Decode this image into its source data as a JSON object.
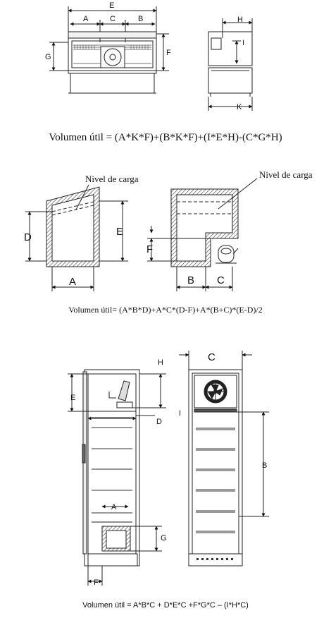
{
  "colors": {
    "line": "#222222",
    "wall": "#777777",
    "background": "#ffffff"
  },
  "diagram1": {
    "labels": {
      "E": "E",
      "A": "A",
      "C": "C",
      "B": "B",
      "G": "G",
      "F": "F",
      "H": "H",
      "I": "I",
      "K": "K"
    },
    "formula": "Volumen útil = (A*K*F)+(B*K*F)+(I*E*H)-(C*G*H)"
  },
  "diagram2": {
    "labels": {
      "nivel_left": "Nivel de carga",
      "nivel_right": "Nivel de carga",
      "D": "D",
      "E": "E",
      "A": "A",
      "F": "F",
      "B": "B",
      "C": "C"
    },
    "formula": "Volumen útil= (A*B*D)+A*C*(D-F)+A*(B+C)*(E-D)/2"
  },
  "diagram3": {
    "labels": {
      "H": "H",
      "C": "C",
      "E": "E",
      "I": "I",
      "D": "D",
      "B": "B",
      "A": "A",
      "G": "G",
      "F": "F"
    },
    "formula": "Volumen útil = A*B*C + D*E*C +F*G*C – (I*H*C)"
  },
  "icons": [
    "fan-icon",
    "compressor-icon"
  ]
}
